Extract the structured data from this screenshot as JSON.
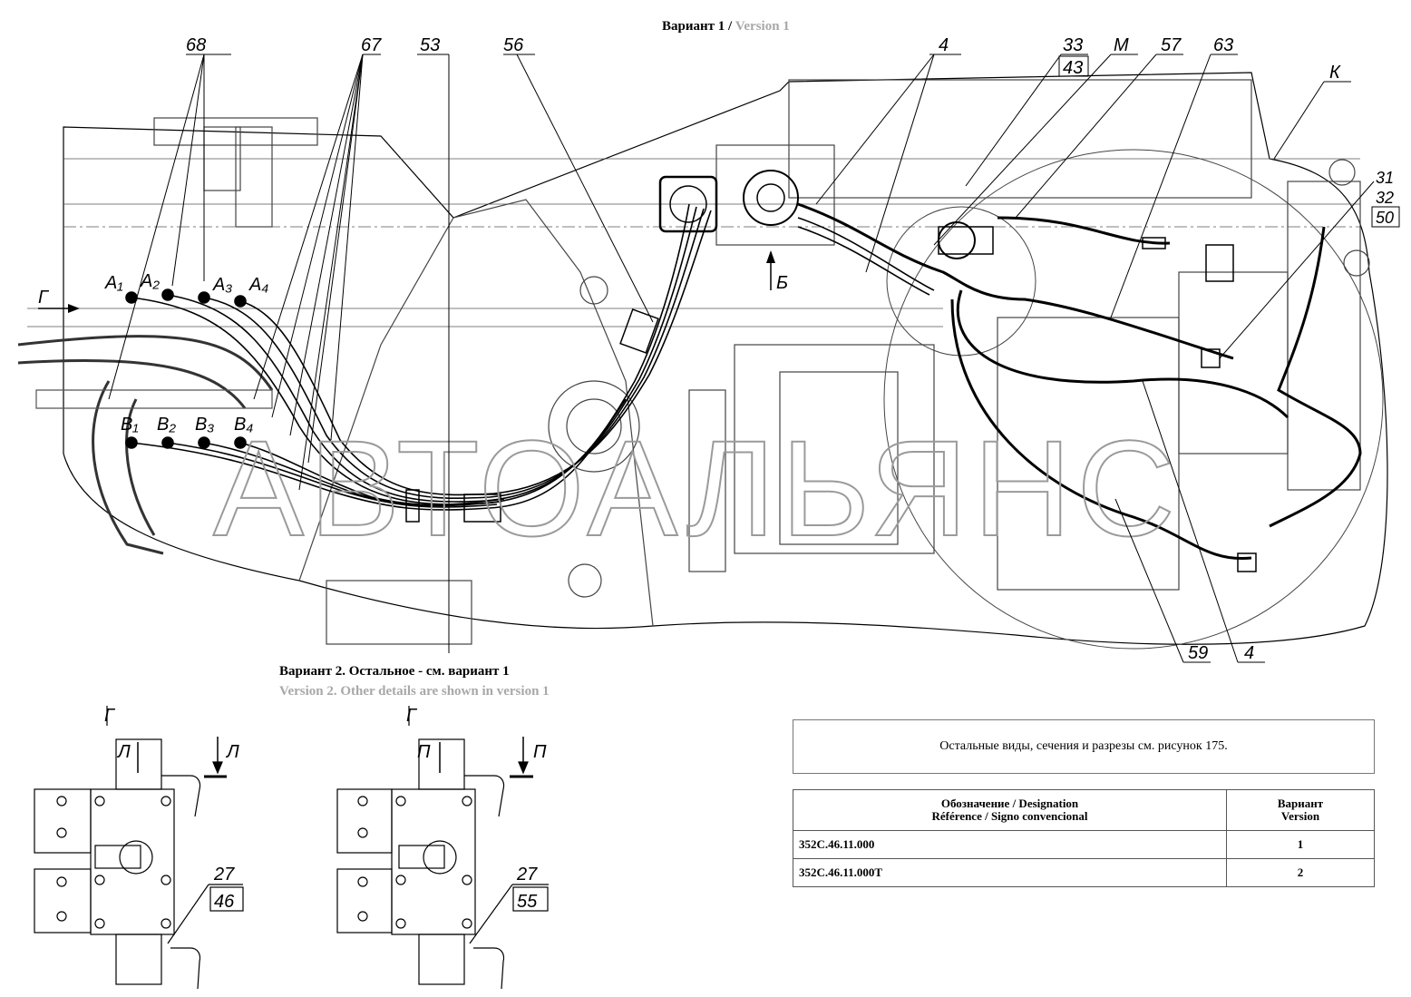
{
  "titles": {
    "v1_ru": "Вариант 1 /",
    "v1_en": "Version 1",
    "v2_ru": "Вариант 2. Остальное - см. вариант 1",
    "v2_en": "Version 2. Other details are shown in version 1"
  },
  "watermark": "АВТОАЛЬЯНС",
  "callouts": {
    "c68": "68",
    "c67": "67",
    "c53": "53",
    "c56": "56",
    "c4a": "4",
    "c33": "33",
    "c43": "43",
    "cM": "М",
    "c57": "57",
    "c63": "63",
    "cK": "К",
    "c31": "31",
    "c32": "32",
    "c50": "50",
    "c59": "59",
    "c4b": "4",
    "c27a": "27",
    "c46": "46",
    "c27b": "27",
    "c55": "55"
  },
  "ports": {
    "a1": "A₁",
    "a2": "A₂",
    "a3": "A₃",
    "a4": "A₄",
    "b1": "B₁",
    "b2": "B₂",
    "b3": "B₃",
    "b4": "B₄",
    "view_g": "Г",
    "view_b": "Б",
    "g1": "Г",
    "l1": "Л",
    "l2": "Л",
    "g2": "Г",
    "p1": "П",
    "p2": "П"
  },
  "note": "Остальные виды, сечения и разрезы см. рисунок 175.",
  "table": {
    "header_designation_1": "Обозначение / Designation",
    "header_designation_2": "Référence / Signo convencional",
    "header_version_1": "Вариант",
    "header_version_2": "Version",
    "rows": [
      {
        "designation": "352С.46.11.000",
        "version": "1"
      },
      {
        "designation": "352С.46.11.000Т",
        "version": "2"
      }
    ]
  }
}
